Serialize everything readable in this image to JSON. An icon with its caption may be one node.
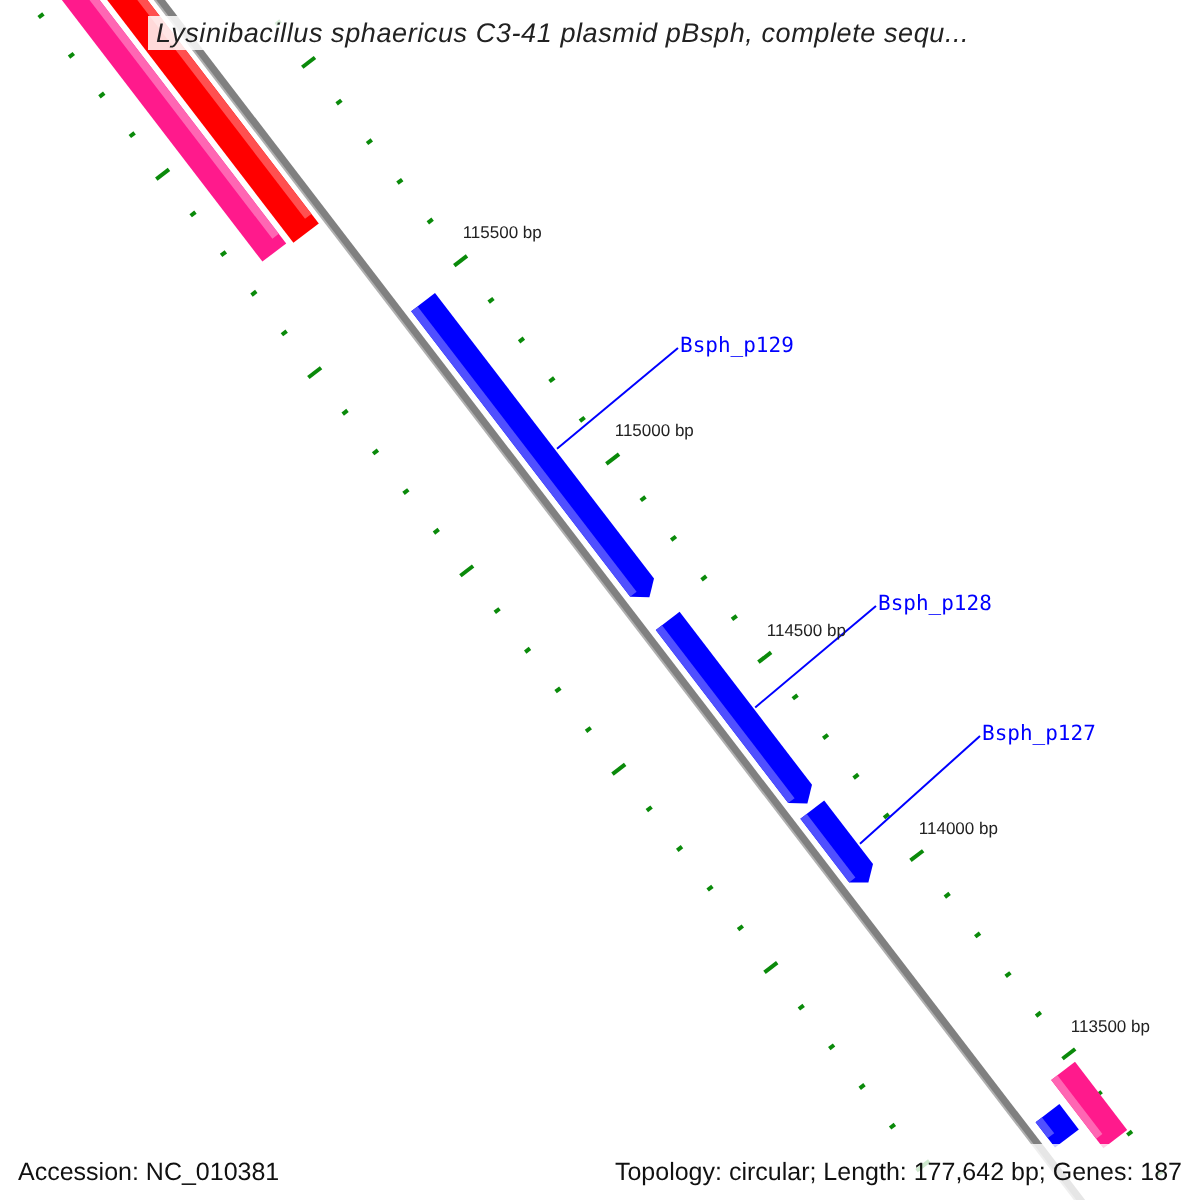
{
  "diagram": {
    "title": "Lysinibacillus sphaericus C3-41 plasmid pBsph, complete sequ...",
    "nodes": [
      {
        "text": [
          "Bsph_p129"
        ]
      },
      {
        "text": [
          "Bsph_p128"
        ]
      },
      {
        "text": [
          "Bsph_p127"
        ]
      },
      {
        "text": [],
        "shape": "bar"
      },
      {
        "text": [],
        "shape": "bar"
      },
      {
        "text": [],
        "shape": "bar"
      },
      {
        "text": [],
        "shape": "bar"
      },
      {
        "text": [],
        "shape": "bar"
      },
      {
        "text": [],
        "shape": "bar"
      },
      {
        "text": [],
        "shape": "bar"
      }
    ],
    "edges": [
      {
        "from": 0,
        "to": 5,
        "arrow": "none"
      },
      {
        "from": 1,
        "to": 6,
        "arrow": "none"
      },
      {
        "from": 2,
        "to": 7,
        "arrow": "none"
      }
    ],
    "labels": [
      "115500 bp",
      "115000 bp",
      "114500 bp",
      "114000 bp",
      "113500 bp",
      "Accession: NC_010381",
      "Topology: circular; Length: 177,642 bp; Genes: 187"
    ]
  }
}
